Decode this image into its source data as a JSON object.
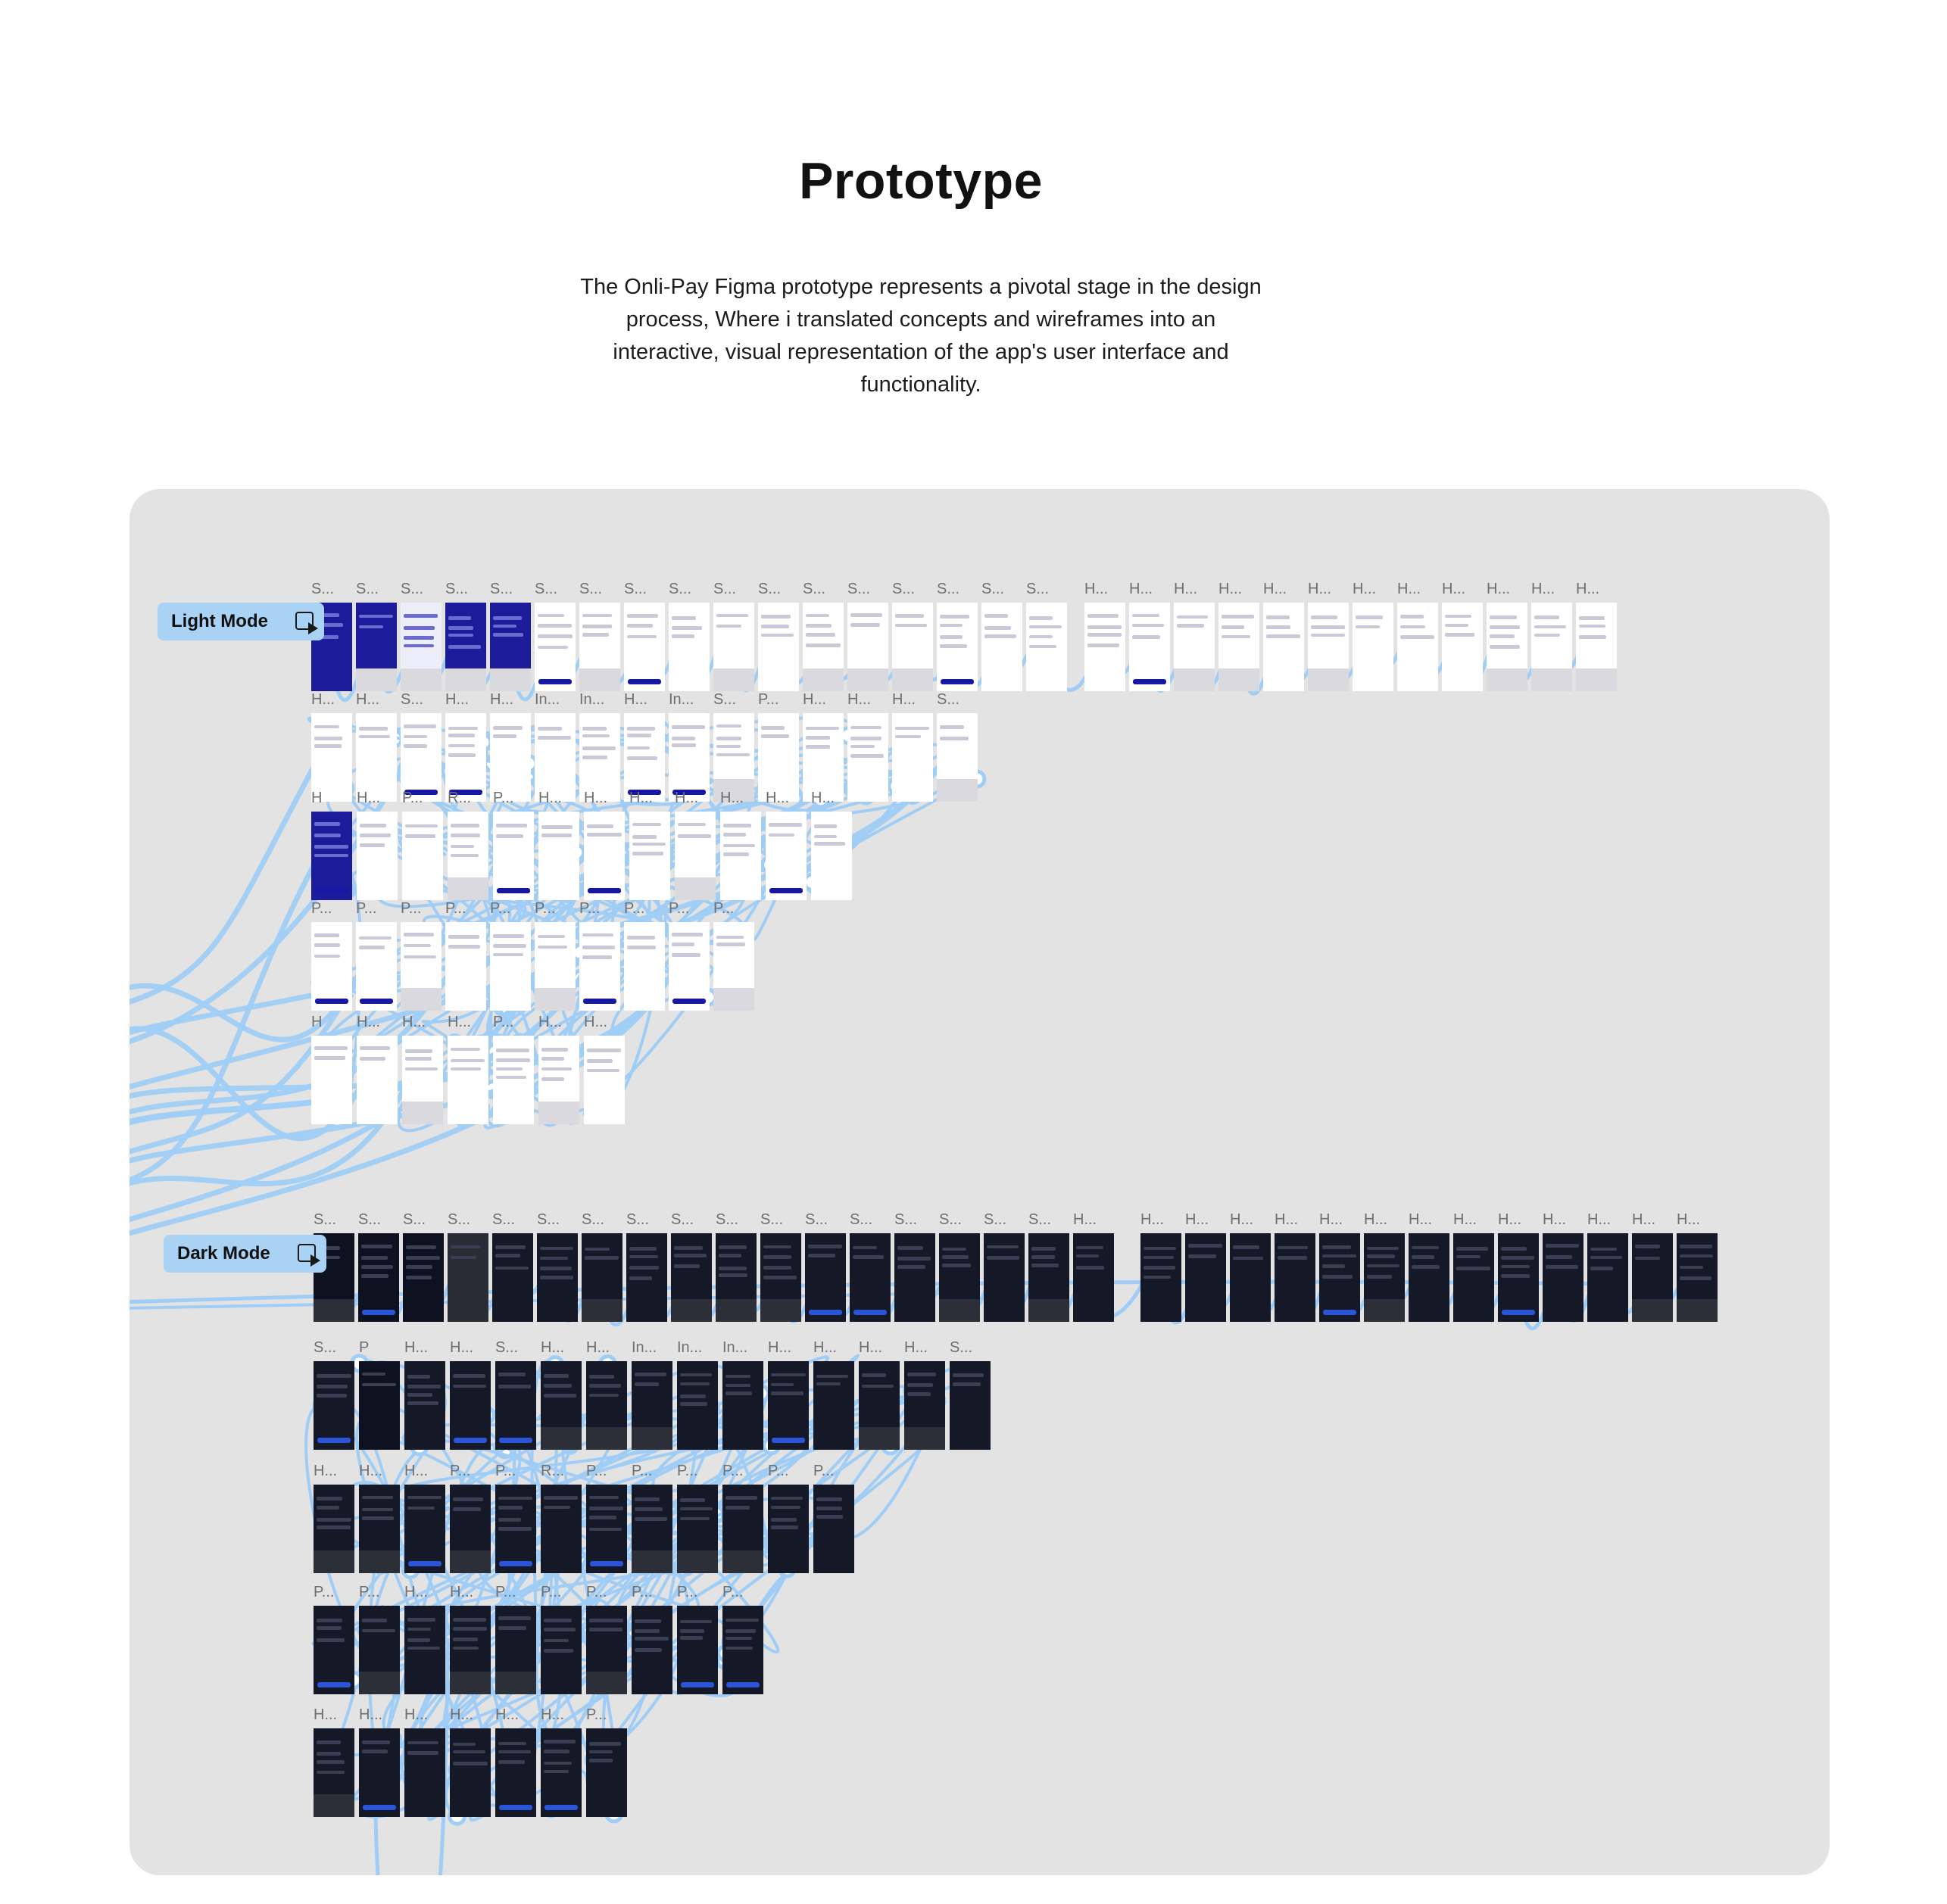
{
  "page": {
    "title": "Prototype",
    "intro_lines": [
      "The Onli-Pay Figma prototype represents a pivotal stage in the design",
      "process, Where i translated concepts and wireframes into an",
      "interactive, visual representation of the app's user interface and",
      "functionality."
    ]
  },
  "canvas": {
    "light_mode": {
      "label": "Light Mode",
      "icon": "play-frame-icon",
      "row1_labels": [
        "S...",
        "S...",
        "S...",
        "S...",
        "S...",
        "S...",
        "S...",
        "S...",
        "S...",
        "S...",
        "S...",
        "S...",
        "S...",
        "S...",
        "S...",
        "S...",
        "S...",
        "H...",
        "H...",
        "H...",
        "H...",
        "H...",
        "H...",
        "H...",
        "H...",
        "H...",
        "H...",
        "H...",
        "H..."
      ],
      "row2_labels": [
        "H...",
        "H...",
        "S...",
        "H...",
        "H...",
        "In...",
        "In...",
        "H...",
        "In...",
        "S...",
        "P...",
        "H...",
        "H...",
        "H...",
        "S..."
      ],
      "row3_labels": [
        "H",
        "H...",
        "P...",
        "R...",
        "P..."
      ],
      "row4_labels": [
        "P...",
        "P...",
        "P...",
        "P...",
        "P...",
        "P...",
        "P...",
        "P...",
        "P...",
        "P..."
      ],
      "row5_labels": [
        "H",
        "H...",
        "H...",
        "H...",
        "P..."
      ]
    },
    "dark_mode": {
      "label": "Dark Mode",
      "icon": "play-frame-icon",
      "row1_labels": [
        "S...",
        "S...",
        "S...",
        "S...",
        "S...",
        "S...",
        "S...",
        "S...",
        "S...",
        "S...",
        "S...",
        "S...",
        "S...",
        "S...",
        "S...",
        "S...",
        "S...",
        "H...",
        "H...",
        "H...",
        "H...",
        "H...",
        "H...",
        "H...",
        "H...",
        "H...",
        "H...",
        "H...",
        "H...",
        "H...",
        "H..."
      ],
      "row2_labels": [
        "S...",
        "P",
        "H...",
        "H...",
        "S...",
        "H...",
        "H...",
        "In...",
        "In...",
        "In...",
        "H...",
        "H...",
        "H...",
        "H...",
        "S..."
      ],
      "row3_labels": [
        "H...",
        "H...",
        "H...",
        "P...",
        "P...",
        "R...",
        "P...",
        "P..."
      ],
      "row4_labels": [
        "P...",
        "P...",
        "H...",
        "H...",
        "P...",
        "P...",
        "P...",
        "P...",
        "P...",
        "P..."
      ],
      "row5_labels": [
        "H...",
        "H...",
        "H...",
        "H...",
        "H...",
        "H...",
        "P..."
      ]
    },
    "colors": {
      "canvas_bg": "#e3e3e3",
      "connector": "#9fcdf5",
      "chip": "#a9d2f5",
      "light_primary": "#1717a6",
      "dark_bg": "#151826"
    }
  }
}
